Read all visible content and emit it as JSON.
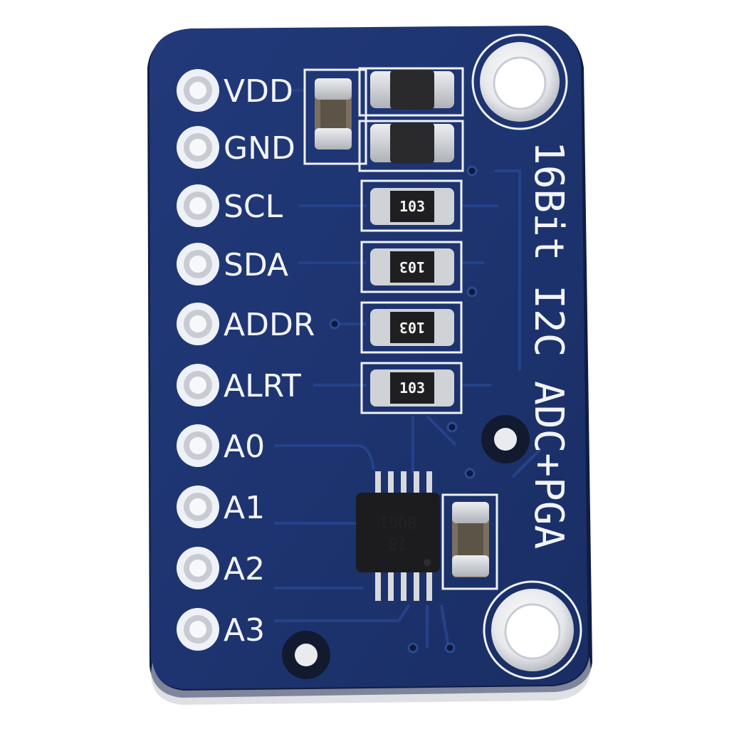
{
  "board": {
    "colors": {
      "pcb": "#1d3470",
      "pcb_edge": "#16275a",
      "silkscreen": "#eef1f8",
      "pad": "#d8dade",
      "chip": "#1c1c1e",
      "background": "#ffffff"
    },
    "pins": [
      {
        "label": "VDD"
      },
      {
        "label": "GND"
      },
      {
        "label": "SCL"
      },
      {
        "label": "SDA"
      },
      {
        "label": "ADDR"
      },
      {
        "label": "ALRT"
      },
      {
        "label": "A0"
      },
      {
        "label": "A1"
      },
      {
        "label": "A2"
      },
      {
        "label": "A3"
      }
    ],
    "title": "16Bit I2C ADC+PGA",
    "resistor_codes": [
      "103",
      "103",
      "103",
      "103"
    ],
    "chip_marking": [
      "78",
      "BOGI"
    ]
  }
}
